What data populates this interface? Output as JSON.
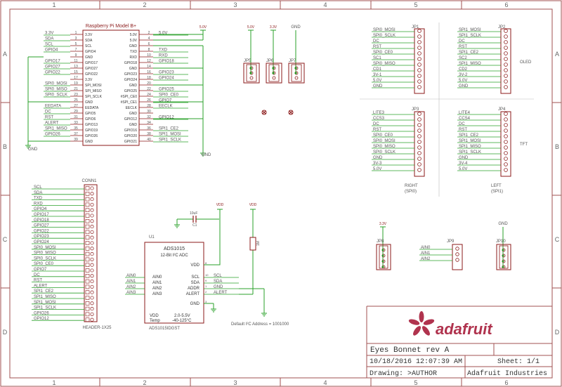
{
  "frame": {
    "columns": [
      "1",
      "2",
      "3",
      "4",
      "5",
      "6"
    ],
    "rows": [
      "A",
      "B",
      "C",
      "D"
    ]
  },
  "pi_header": {
    "title": "Raspberry Pi Model B+",
    "left_nets": [
      "3.3V",
      "SDA",
      "SCL",
      "GPIO4",
      "",
      "GPIO17",
      "GPIO27",
      "GPIO22",
      "",
      "SPI0_MOSI",
      "SPI0_MISO",
      "SPI0_SCLK",
      "",
      "EEDATA",
      "DC",
      "RST",
      "ALERT",
      "SPI1_MISO",
      "GPIO26",
      ""
    ],
    "left_pin_nums": [
      "1",
      "3",
      "5",
      "7",
      "9",
      "11",
      "13",
      "15",
      "17",
      "19",
      "21",
      "23",
      "25",
      "27",
      "29",
      "31",
      "33",
      "35",
      "37",
      "39"
    ],
    "left_pin_names": [
      "3.3V",
      "SDA",
      "SCL",
      "GPIO4",
      "GND",
      "GPIO17",
      "GPIO27",
      "GPIO22",
      "3.3V",
      "SPI_MOSI",
      "SPI_MISO",
      "SPI_SCLK",
      "GND",
      "EEDATA",
      "GPIO5",
      "GPIO6",
      "GPIO13",
      "GPIO19",
      "GPIO26",
      "GND"
    ],
    "right_pin_names": [
      "5.0V",
      "5.0V",
      "GND",
      "TXD",
      "RXD",
      "GPIO18",
      "GND",
      "GPIO23",
      "GPIO24",
      "GND",
      "GPIO25",
      "#SPI_CE0",
      "#SPI_CE1",
      "EECLK",
      "GND",
      "GPIO12",
      "GND",
      "GPIO16",
      "GPIO20",
      "GPIO21"
    ],
    "right_pin_nums": [
      "2",
      "4",
      "6",
      "8",
      "10",
      "12",
      "14",
      "16",
      "18",
      "20",
      "22",
      "24",
      "26",
      "28",
      "30",
      "32",
      "34",
      "36",
      "38",
      "40"
    ],
    "right_nets": [
      "5.0V",
      "",
      "",
      "TXD",
      "RXD",
      "GPIO18",
      "",
      "GPIO23",
      "GPIO24",
      "",
      "GPIO25",
      "SPI0_CE0",
      "GPIO7",
      "EECLK",
      "",
      "GPIO12",
      "",
      "SPI1_CE2",
      "SPI1_MOSI",
      "SPI1_SCLK"
    ],
    "supply_5v": "5.0V",
    "gnd_left": "GND",
    "gnd_right": "GND"
  },
  "jumpers": {
    "jp5": {
      "ref": "JP5",
      "supply": "5.0V"
    },
    "jp6": {
      "ref": "JP6",
      "supply": "3.3V"
    },
    "jp7": {
      "ref": "JP7",
      "supply": "GND"
    }
  },
  "connectors": {
    "jp1": {
      "ref": "JP1",
      "caption": "",
      "sub": "",
      "nets": [
        "SPI0_MOSI",
        "SPI0_SCLK",
        "DC",
        "RST",
        "SPI0_CE0",
        "SC1",
        "SPI0_MISO",
        "CD1",
        "3V-1",
        "5.0V",
        "GND"
      ]
    },
    "jp2": {
      "ref": "JP2",
      "caption": "OLED",
      "sub": "",
      "nets": [
        "SPI1_MOSI",
        "SPI1_SCLK",
        "DC",
        "RST",
        "SPI1_CE2",
        "SC2",
        "SPI1_MISO",
        "CD2",
        "3V-2",
        "5.0V",
        "GND"
      ]
    },
    "jp3": {
      "ref": "JP3",
      "caption": "RIGHT",
      "sub": "(SPI0)",
      "nets": [
        "LITE3",
        "CCS3",
        "DC",
        "RST",
        "SPI0_CE0",
        "SPI0_MOSI",
        "SPI0_MISO",
        "SPI0_SCLK",
        "GND",
        "3V-3",
        "5.0V"
      ]
    },
    "jp4": {
      "ref": "JP4",
      "caption": "LEFT",
      "sub": "(SPI1)",
      "nets": [
        "LITE4",
        "CCS4",
        "DC",
        "RST",
        "SPI1_CE2",
        "SPI1_MOSI",
        "SPI1_MISO",
        "SPI1_SCLK",
        "GND",
        "3V-4",
        "5.0V"
      ]
    },
    "tft_label": "TFT"
  },
  "conn1": {
    "ref": "CONN1",
    "value": "HEADER-1X25",
    "nets": [
      "SCL",
      "SDA",
      "TXD",
      "RXD",
      "GPIO4",
      "GPIO17",
      "GPIO18",
      "GPIO27",
      "GPIO22",
      "GPIO23",
      "GPIO24",
      "SPI0_MOSI",
      "SPI0_MISO",
      "SPI0_SCLK",
      "SPI0_CE0",
      "GPIO7",
      "DC",
      "RST",
      "ALERT",
      "SPI1_CE2",
      "SPI1_MISO",
      "SPI1_MOSI",
      "SPI1_SCLK",
      "GPIO26",
      "GPIO12"
    ]
  },
  "adc": {
    "ref": "U1",
    "title": "ADS1015",
    "subtitle": "12-Bit I²C ADC",
    "part": "ADS1015IDGST",
    "left_pins": [
      "AIN0",
      "AIN1",
      "AIN2",
      "AIN3"
    ],
    "left_nets": [
      "AIN0",
      "AIN1",
      "AIN2",
      "AIN3"
    ],
    "right_pins": [
      "VDD",
      "SCL",
      "SDA",
      "ADDR",
      "ALERT",
      "GND"
    ],
    "right_nums": [
      "8",
      "10",
      "9",
      "1",
      "2",
      "3"
    ],
    "right_nets": [
      "SCL",
      "SDA",
      "GND",
      "ALERT"
    ],
    "spec_vdd": "VDD",
    "spec_vdd_val": "2.0-5.5V",
    "spec_temp": "Temp",
    "spec_temp_val": "-40-125°C",
    "cap_ref": "C1",
    "cap_value": "10uF",
    "vdd": "VDD",
    "vdd2": "VDD",
    "res": "1M",
    "address_note": "Default I²C Address = 1001000"
  },
  "jp8": {
    "ref": "JP8",
    "supply": "3.3V"
  },
  "jp9": {
    "ref": "JP9",
    "nets": [
      "AIN0",
      "AIN1",
      "AIN2"
    ]
  },
  "jp10": {
    "ref": "JP10",
    "supply": "GND"
  },
  "title_block": {
    "logo_text": "adafruit",
    "title": "Eyes Bonnet rev A",
    "date": "10/18/2016 12:07:39 AM",
    "sheet": "Sheet: 1/1",
    "drawing": "Drawing: >AUTHOR",
    "company": "Adafruit Industries"
  },
  "colors": {
    "frame": "#a05050",
    "wire": "#2aa02a",
    "symbol": "#8b1a1a",
    "label": "#555555",
    "logo": "#b0334e"
  }
}
